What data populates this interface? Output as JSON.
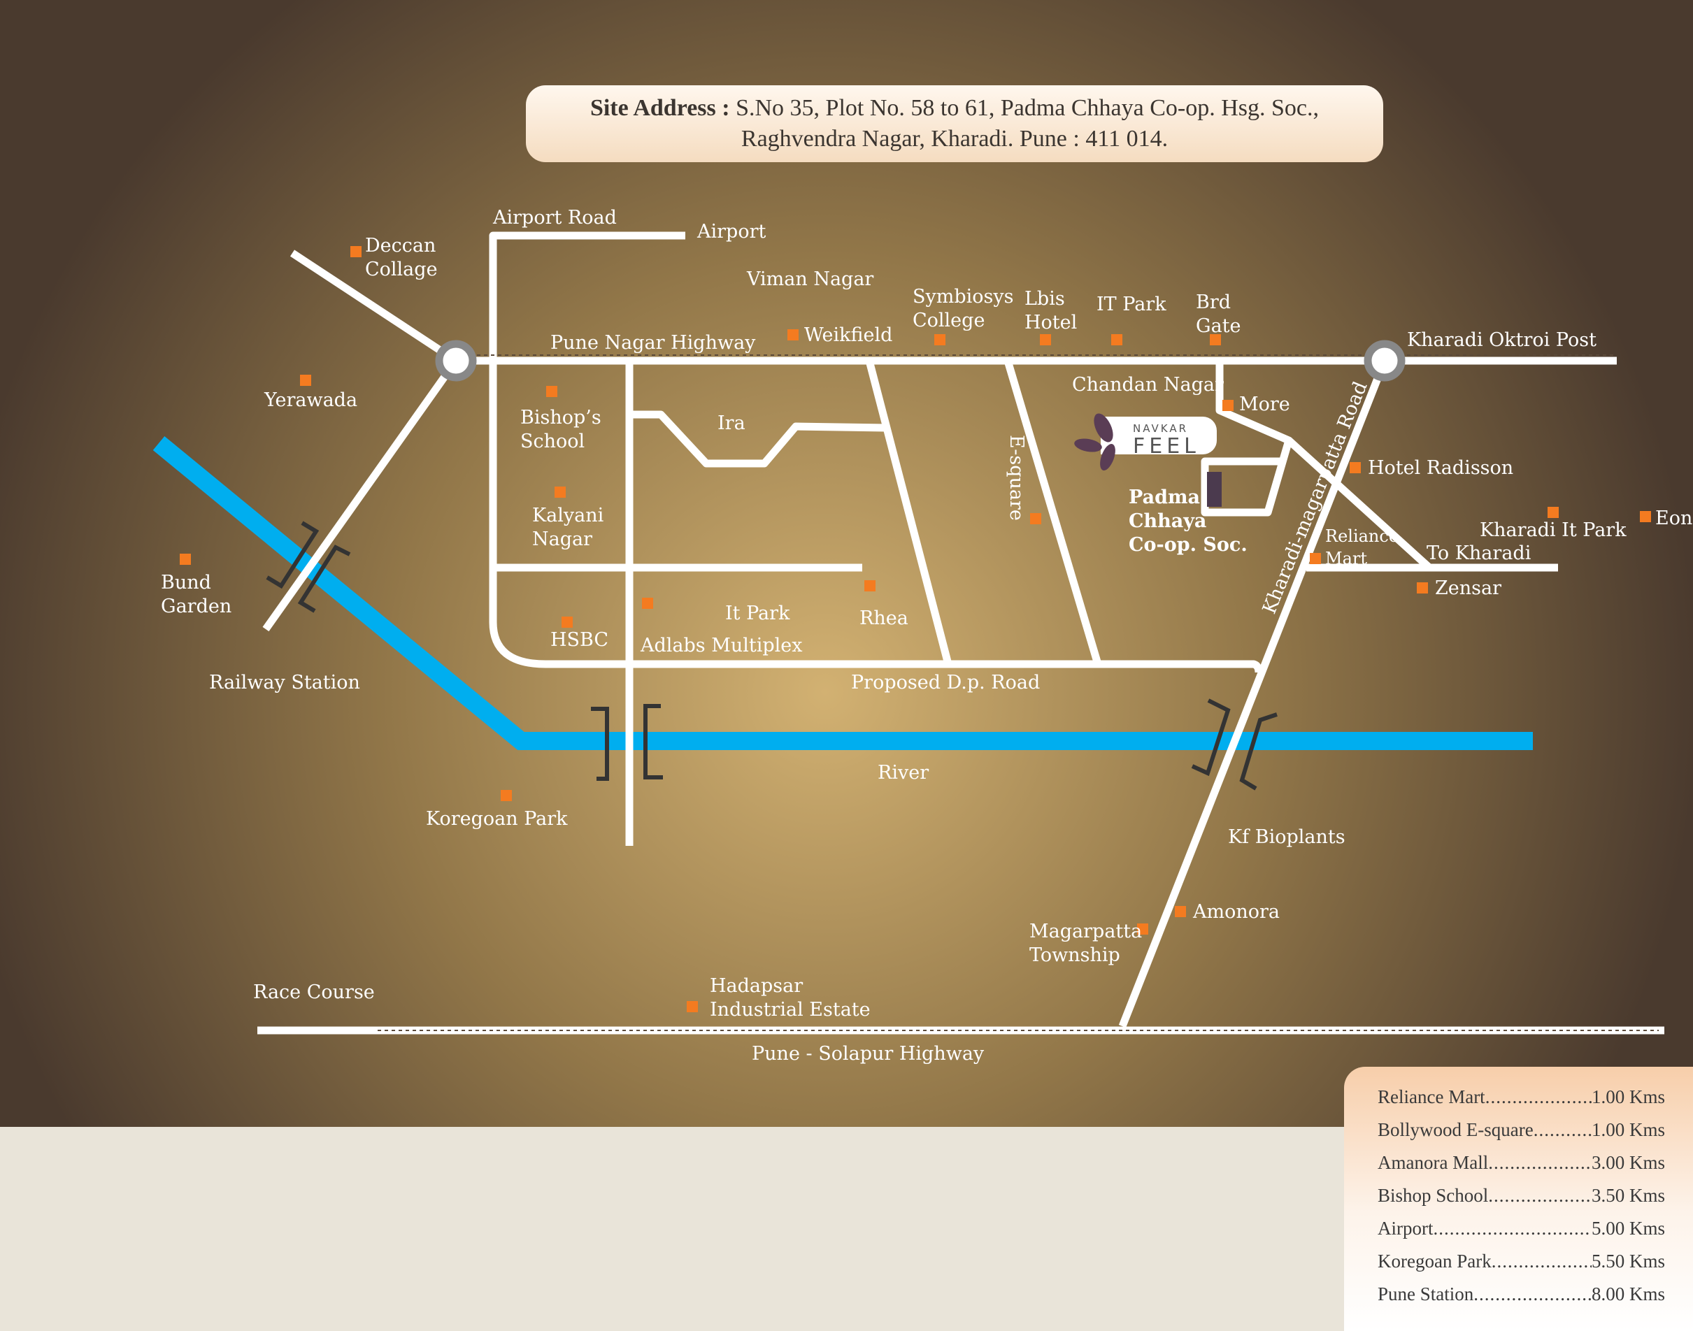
{
  "address": {
    "label": "Site Address :",
    "line1": "S.No 35, Plot No. 58 to 61, Padma Chhaya Co-op. Hsg. Soc.,",
    "line2": "Raghvendra Nagar,  Kharadi. Pune : 411 014."
  },
  "map": {
    "roads": {
      "airport_road": "Airport Road",
      "pune_nagar_highway": "Pune Nagar Highway",
      "kharadi_magarpatta_road": "Kharadi-magarpatta Road",
      "proposed_dp_road": "Proposed D.p. Road",
      "pune_solapur_highway": "Pune - Solapur Highway",
      "e_square": "E-square"
    },
    "river": "River",
    "brand": {
      "top": "NAVKAR",
      "bottom": "FEEL"
    },
    "site": {
      "line1": "Padma",
      "line2": "Chhaya",
      "line3": "Co-op. Soc."
    },
    "places": {
      "deccan_collage": [
        "Deccan",
        "Collage"
      ],
      "airport": "Airport",
      "viman_nagar": "Viman Nagar",
      "weikfield": "Weikfield",
      "symbiosys_college": [
        "Symbiosys",
        "College"
      ],
      "lbis_hotel": [
        "Lbis",
        "Hotel"
      ],
      "it_park_top": "IT Park",
      "brd_gate": [
        "Brd",
        "Gate"
      ],
      "kharadi_oktroi_post": "Kharadi Oktroi Post",
      "yerawada": "Yerawada",
      "bishops_school": [
        "Bishop’s",
        "School"
      ],
      "ira": "Ira",
      "chandan_nagar": "Chandan Nagar",
      "more": "More",
      "hotel_radisson": "Hotel Radisson",
      "kalyani_nagar": [
        "Kalyani",
        "Nagar"
      ],
      "kharadi_it_park": "Kharadi It Park",
      "eon": "Eon",
      "reliance_mart": [
        "Reliance",
        "Mart"
      ],
      "to_kharadi": "To Kharadi",
      "zensar": "Zensar",
      "bund_garden": [
        "Bund",
        "Garden"
      ],
      "it_park": "It Park",
      "rhea": "Rhea",
      "hsbc": "HSBC",
      "adlabs_multiplex": "Adlabs Multiplex",
      "railway_station": "Railway Station",
      "koregoan_park": "Koregoan Park",
      "kf_bioplants": "Kf Bioplants",
      "amonora": "Amonora",
      "magarpatta_township": [
        "Magarpatta",
        "Township"
      ],
      "race_course": "Race Course",
      "hadapsar_industrial_estate": [
        "Hadapsar",
        "Industrial Estate"
      ]
    }
  },
  "distances": [
    {
      "name": "Reliance Mart",
      "value": "1.00 Kms"
    },
    {
      "name": "Bollywood E-square",
      "value": "1.00 Kms"
    },
    {
      "name": "Amanora Mall",
      "value": "3.00 Kms"
    },
    {
      "name": "Bishop School",
      "value": "3.50 Kms"
    },
    {
      "name": "Airport",
      "value": "5.00 Kms"
    },
    {
      "name": "Koregoan Park",
      "value": "5.50 Kms"
    },
    {
      "name": "Pune Station",
      "value": "8.00 Kms"
    }
  ],
  "colors": {
    "river": "#00aeef",
    "marker": "#f47b20",
    "road": "#ffffff",
    "bg_center": "#d2b172",
    "bg_edge": "#4a3a2e",
    "site_block": "#4b3a4e",
    "leaf": "#5a3d55"
  }
}
